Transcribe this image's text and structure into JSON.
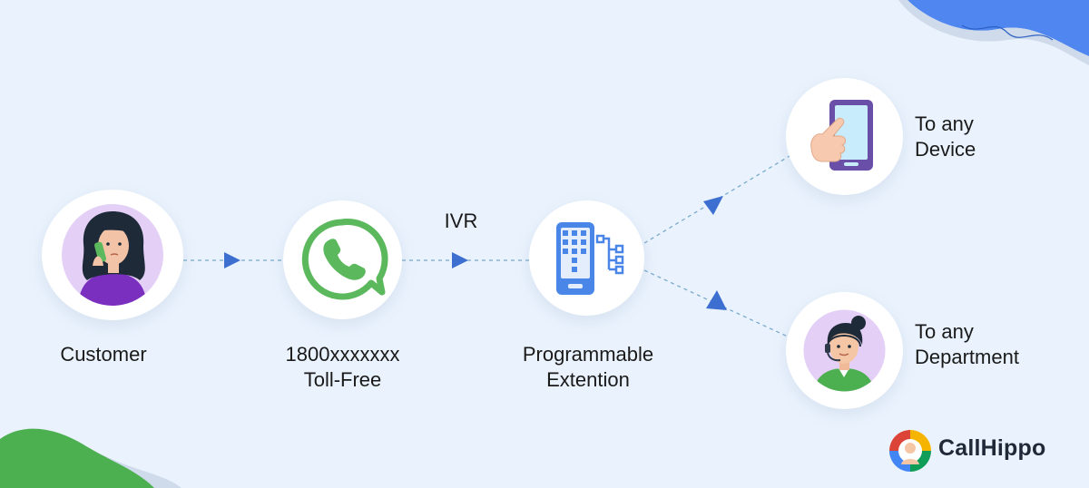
{
  "nodes": {
    "customer": {
      "label": "Customer"
    },
    "toll_free": {
      "line1": "1800xxxxxxx",
      "line2": "Toll-Free"
    },
    "extension": {
      "line1": "Programmable",
      "line2": "Extention"
    },
    "device": {
      "line1": "To any",
      "line2": "Device"
    },
    "department": {
      "line1": "To any",
      "line2": "Department"
    }
  },
  "edges": {
    "ivr_label": "IVR"
  },
  "brand": {
    "name": "CallHippo"
  },
  "colors": {
    "background": "#eaf3fd",
    "arrow": "#3d6fd1",
    "whatsapp_green": "#5cb85c",
    "phone_blue": "#4a86e8",
    "avatar_purple": "#e4cff7",
    "corner_blue": "#4f86ef",
    "corner_green": "#4caf50"
  }
}
